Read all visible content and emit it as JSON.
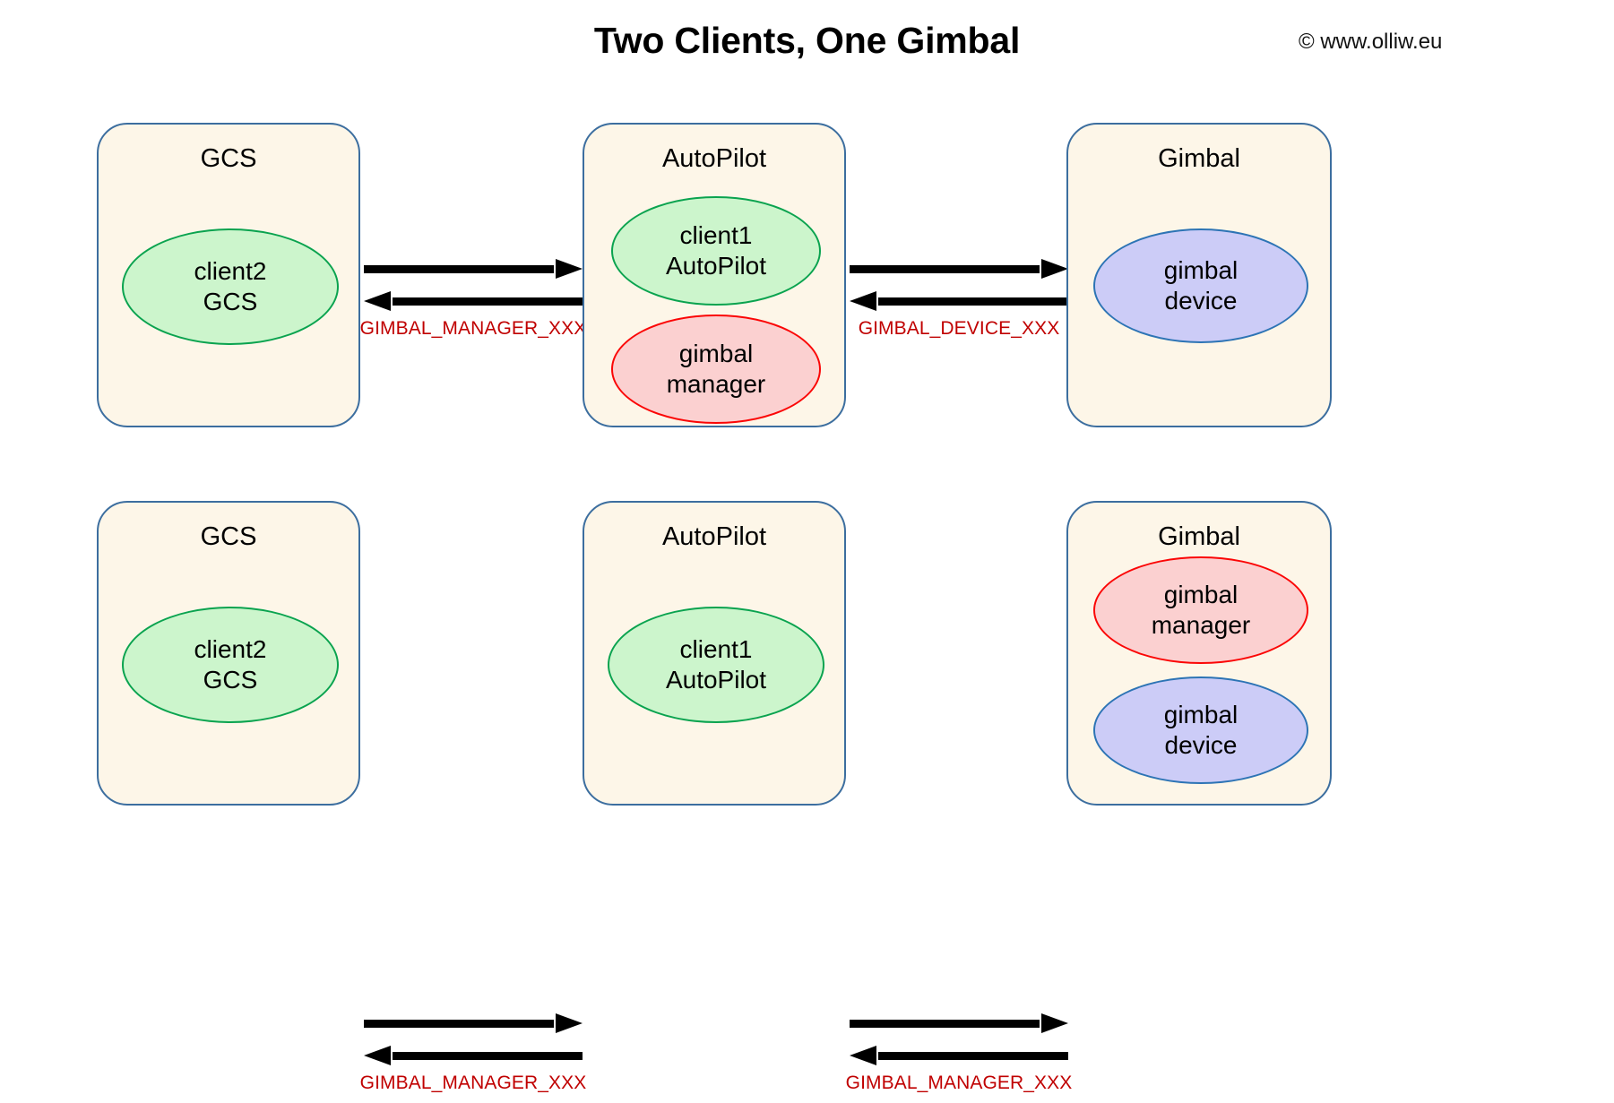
{
  "header": {
    "title": "Two Clients, One Gimbal",
    "copyright": "© www.olliw.eu"
  },
  "colors": {
    "box_fill": "#fdf6e8",
    "box_border": "#3c6e9f",
    "ellipse_green_fill": "#ccf5cc",
    "ellipse_green_border": "#0aa34f",
    "ellipse_red_fill": "#fbd0d0",
    "ellipse_red_border": "#fb0606",
    "ellipse_blue_fill": "#ccccf7",
    "ellipse_blue_border": "#2d74b5",
    "arrow": "#000000",
    "label_red": "#c00000",
    "title_text": "#000000"
  },
  "rows": [
    {
      "id": "row-1",
      "boxes": [
        {
          "title": "GCS",
          "ellipses": [
            {
              "line1": "client2",
              "line2": "GCS",
              "style": "green"
            }
          ]
        },
        {
          "title": "AutoPilot",
          "ellipses": [
            {
              "line1": "client1",
              "line2": "AutoPilot",
              "style": "green"
            },
            {
              "line1": "gimbal",
              "line2": "manager",
              "style": "red"
            }
          ]
        },
        {
          "title": "Gimbal",
          "ellipses": [
            {
              "line1": "gimbal",
              "line2": "device",
              "style": "blue"
            }
          ]
        }
      ],
      "connectors": [
        {
          "label": "GIMBAL_MANAGER_XXX",
          "direction": "bidirectional"
        },
        {
          "label": "GIMBAL_DEVICE_XXX",
          "direction": "bidirectional"
        }
      ]
    },
    {
      "id": "row-2",
      "boxes": [
        {
          "title": "GCS",
          "ellipses": [
            {
              "line1": "client2",
              "line2": "GCS",
              "style": "green"
            }
          ]
        },
        {
          "title": "AutoPilot",
          "ellipses": [
            {
              "line1": "client1",
              "line2": "AutoPilot",
              "style": "green"
            }
          ]
        },
        {
          "title": "Gimbal",
          "ellipses": [
            {
              "line1": "gimbal",
              "line2": "manager",
              "style": "red"
            },
            {
              "line1": "gimbal",
              "line2": "device",
              "style": "blue"
            }
          ]
        }
      ],
      "connectors": [
        {
          "label": "GIMBAL_MANAGER_XXX",
          "direction": "bidirectional"
        },
        {
          "label": "GIMBAL_MANAGER_XXX",
          "direction": "bidirectional"
        }
      ]
    }
  ]
}
